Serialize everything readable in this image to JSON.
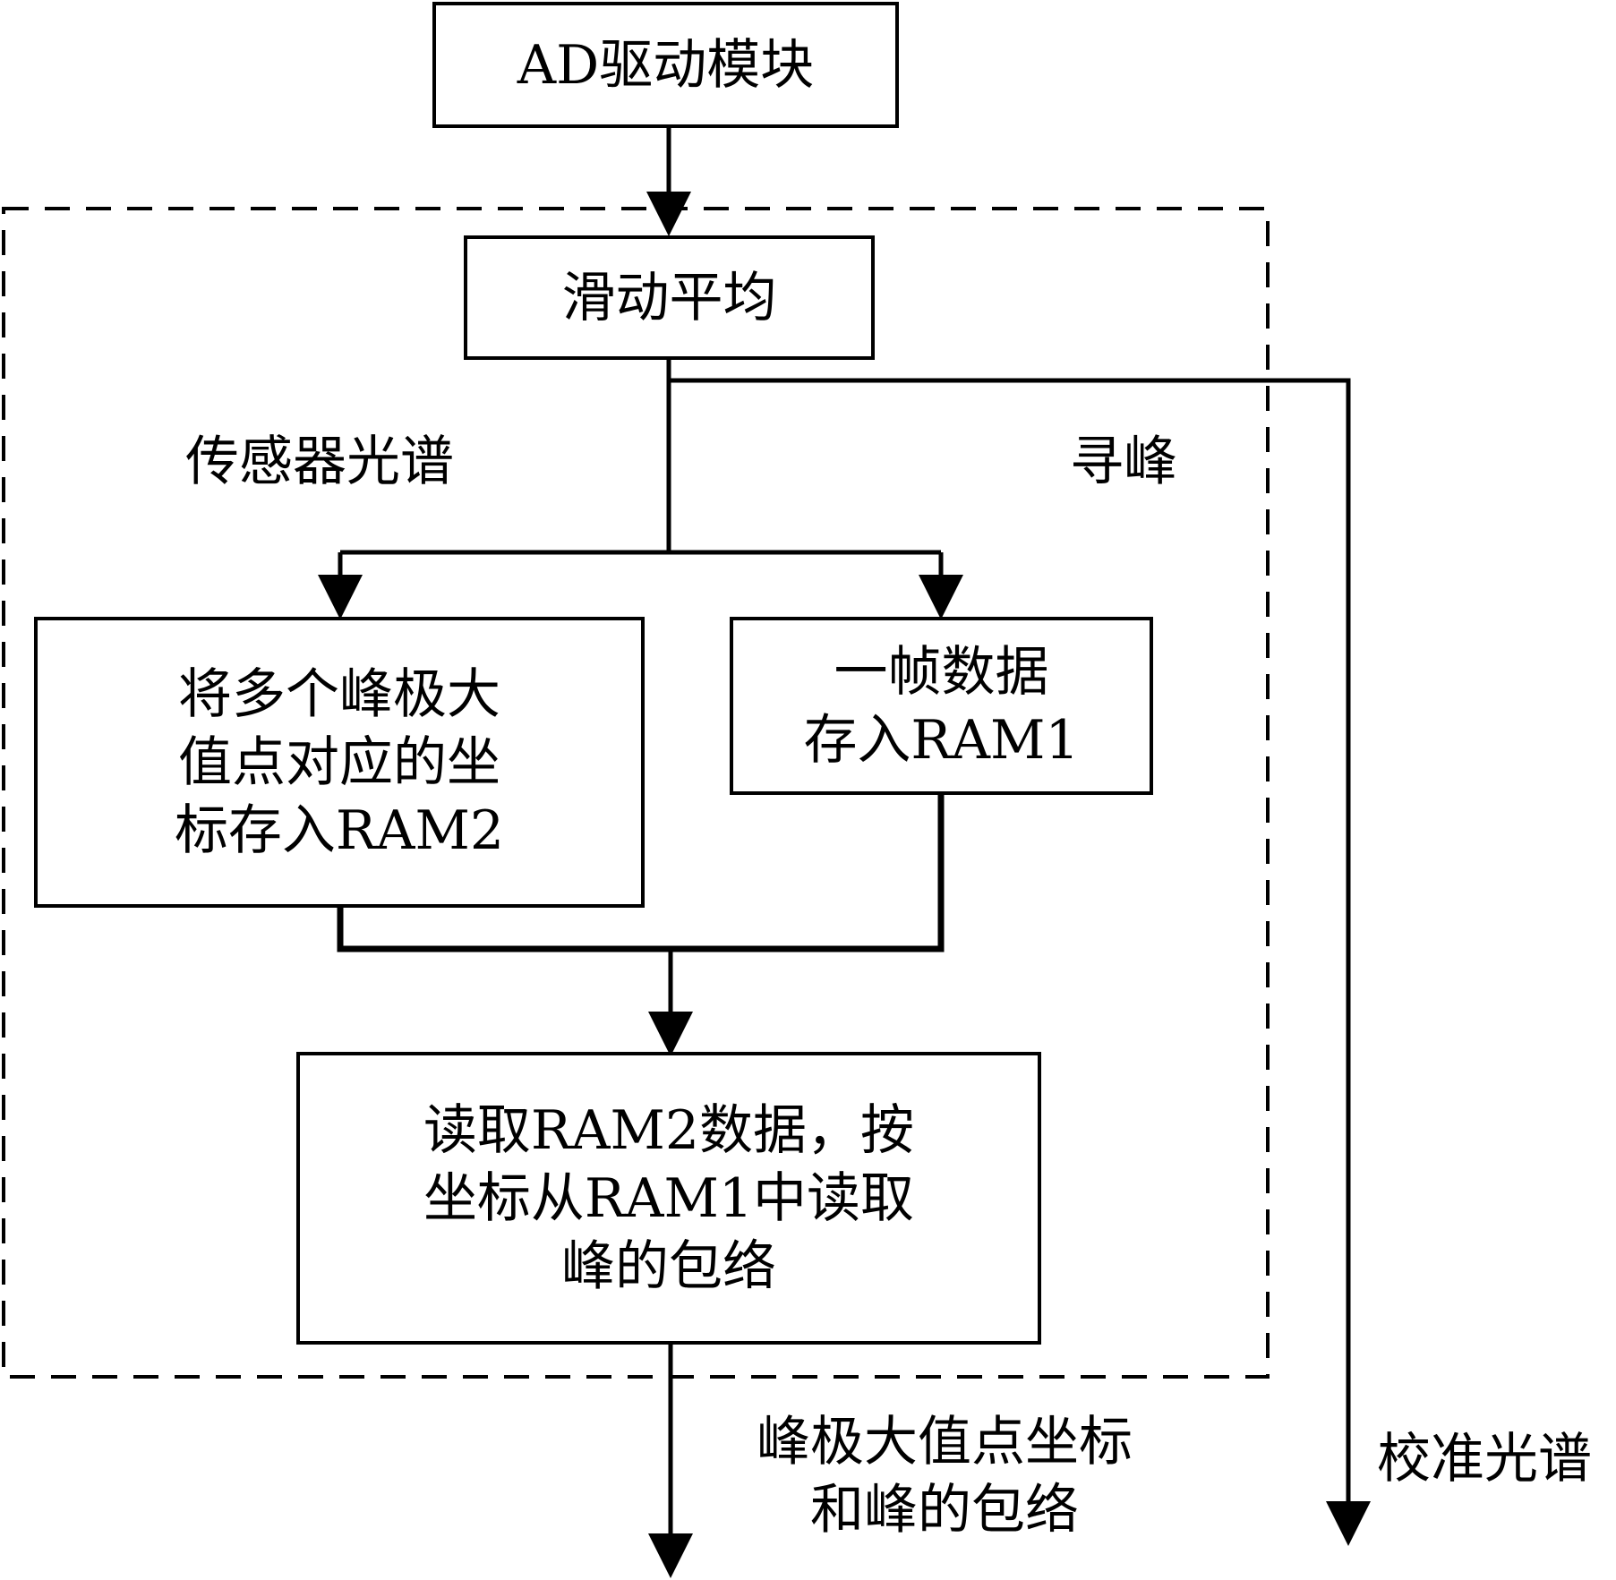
{
  "boxes": {
    "ad_driver": "AD驱动模块",
    "moving_average": "滑动平均",
    "store_peak_coords": "将多个峰极大\n值点对应的坐\n标存入RAM2",
    "store_frame": "一帧数据\n存入RAM1",
    "read_envelope": "读取RAM2数据，按\n坐标从RAM1中读取\n峰的包络"
  },
  "labels": {
    "sensor_spectrum": "传感器光谱",
    "peak_search": "寻峰",
    "output_peaks": "峰极大值点坐标\n和峰的包络",
    "calibration_spectrum": "校准光谱"
  }
}
